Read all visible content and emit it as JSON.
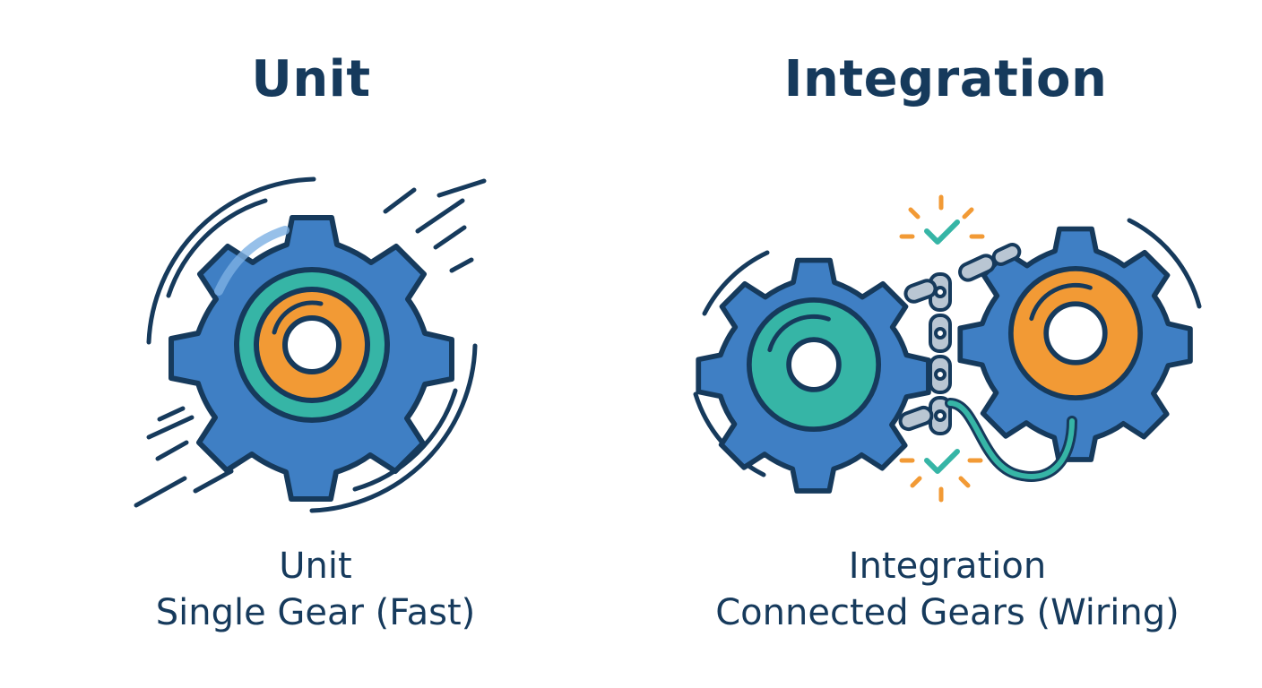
{
  "panels": {
    "unit": {
      "heading": "Unit",
      "caption_line1": "Unit",
      "caption_line2": "Single Gear (Fast)"
    },
    "integration": {
      "heading": "Integration",
      "caption_line1": "Integration",
      "caption_line2": "Connected Gears (Wiring)"
    }
  },
  "colors": {
    "outline": "#163a5c",
    "gear_blue": "#3f7fc4",
    "gear_blue_light": "#5b9ad8",
    "teal": "#36b5a6",
    "orange": "#f29a35",
    "chain_grey": "#b9c6d3",
    "check_teal": "#36b5a6",
    "spark_orange": "#f29a35"
  },
  "icons": {
    "unit_gear": "single-gear-icon",
    "left_gear": "gear-icon",
    "right_gear": "gear-icon",
    "chain": "chain-link-icon",
    "checks": "checkmark-icon",
    "cable": "cable-icon"
  }
}
